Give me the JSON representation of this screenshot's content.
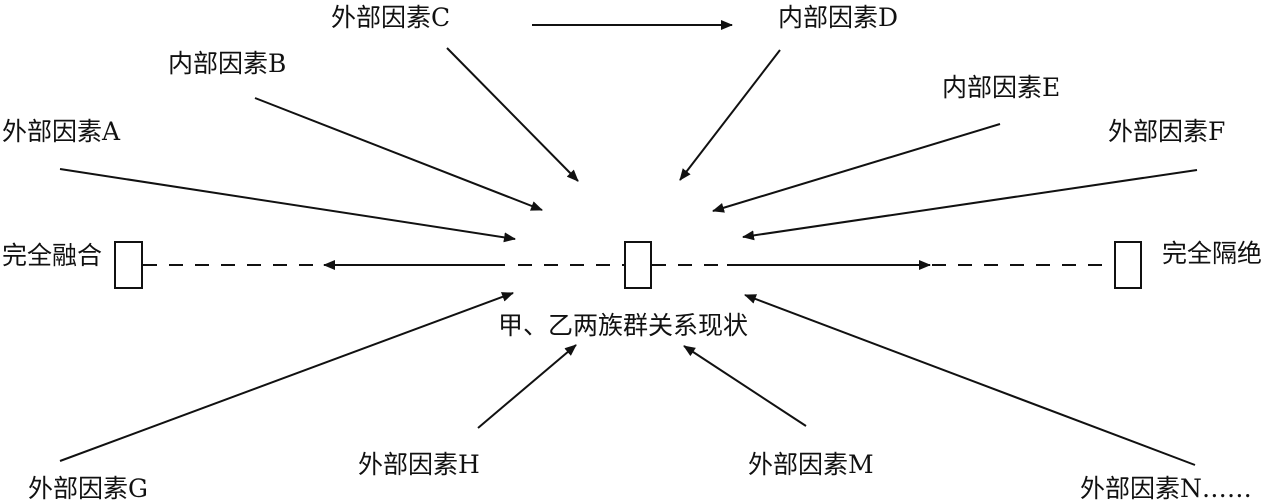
{
  "diagram": {
    "center_label": "甲、乙两族群关系现状",
    "left_end_label": "完全融合",
    "right_end_label": "完全隔绝",
    "factors": {
      "c": "外部因素C",
      "d": "内部因素D",
      "b": "内部因素B",
      "e": "内部因素E",
      "a": "外部因素A",
      "f": "外部因素F",
      "g": "外部因素G",
      "h": "外部因素H",
      "m": "外部因素M",
      "n": "外部因素N……"
    },
    "line_color": "#111111"
  }
}
